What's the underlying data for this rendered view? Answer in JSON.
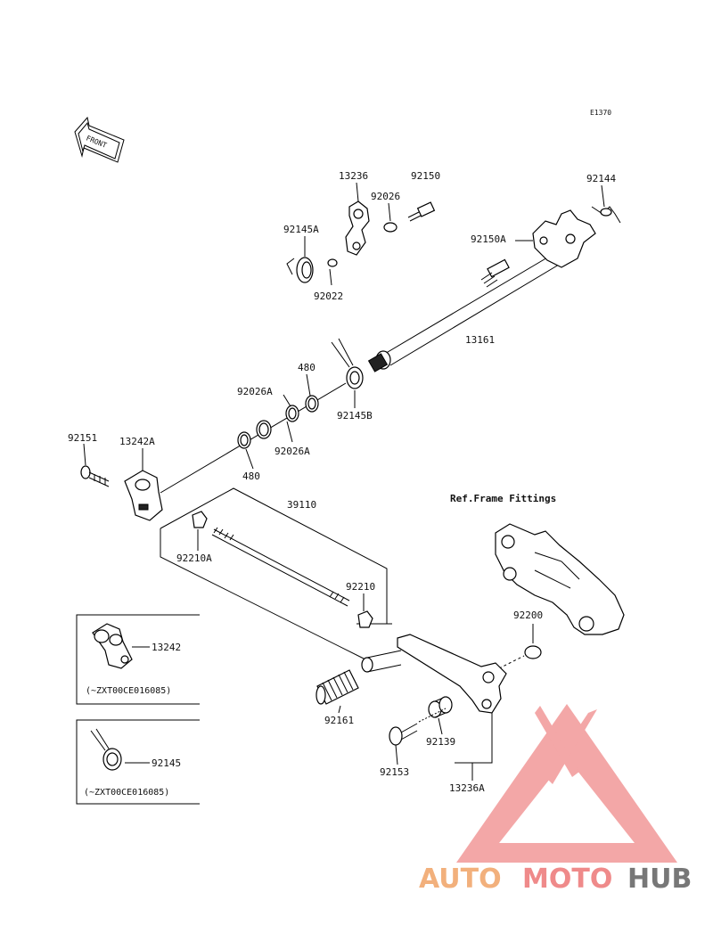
{
  "diagram": {
    "code": "E1370",
    "front_arrow": "FRONT",
    "ref_label": "Ref.Frame Fittings",
    "parts": {
      "p13236": "13236",
      "p92150": "92150",
      "p92144": "92144",
      "p92026": "92026",
      "p92145A": "92145A",
      "p92150A": "92150A",
      "p92022": "92022",
      "p13161": "13161",
      "p480a": "480",
      "p92026A_a": "92026A",
      "p92145B": "92145B",
      "p92026A_b": "92026A",
      "p480b": "480",
      "p92151": "92151",
      "p13242A": "13242A",
      "p39110": "39110",
      "p92210A": "92210A",
      "p92210": "92210",
      "p92200": "92200",
      "p13242": "13242",
      "p92161": "92161",
      "p92139": "92139",
      "p92153": "92153",
      "p13236A": "13236A",
      "p92145": "92145"
    },
    "inset1_note": "(~ZXT00CE016085)",
    "inset2_note": "(~ZXT00CE016085)"
  },
  "watermark": {
    "part1": "AUTO",
    "part2": "MOTO",
    "part3": "HUB",
    "colors": {
      "part1": "#f2b07c",
      "part2": "#ef8a8a",
      "part3": "#777777",
      "logo": "#ef8a8a"
    }
  }
}
